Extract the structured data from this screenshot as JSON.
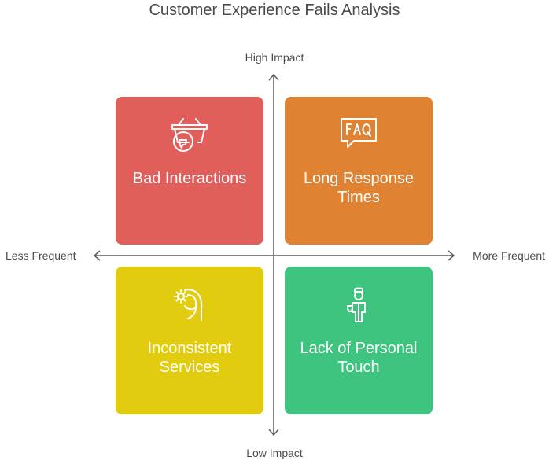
{
  "title": "Customer Experience Fails Analysis",
  "axes": {
    "top": "High Impact",
    "bottom": "Low Impact",
    "left": "Less Frequent",
    "right": "More Frequent"
  },
  "quadrants": [
    {
      "label": "Bad Interactions",
      "color": "#e05f5b",
      "icon": "basket-thumbs-down-icon"
    },
    {
      "label": "Long Response Times",
      "color": "#df8232",
      "icon": "faq-bubble-icon"
    },
    {
      "label": "Inconsistent Services",
      "color": "#e2cc10",
      "icon": "hand-gear-icon"
    },
    {
      "label": "Lack of Personal Touch",
      "color": "#3fc47f",
      "icon": "service-person-icon"
    }
  ]
}
